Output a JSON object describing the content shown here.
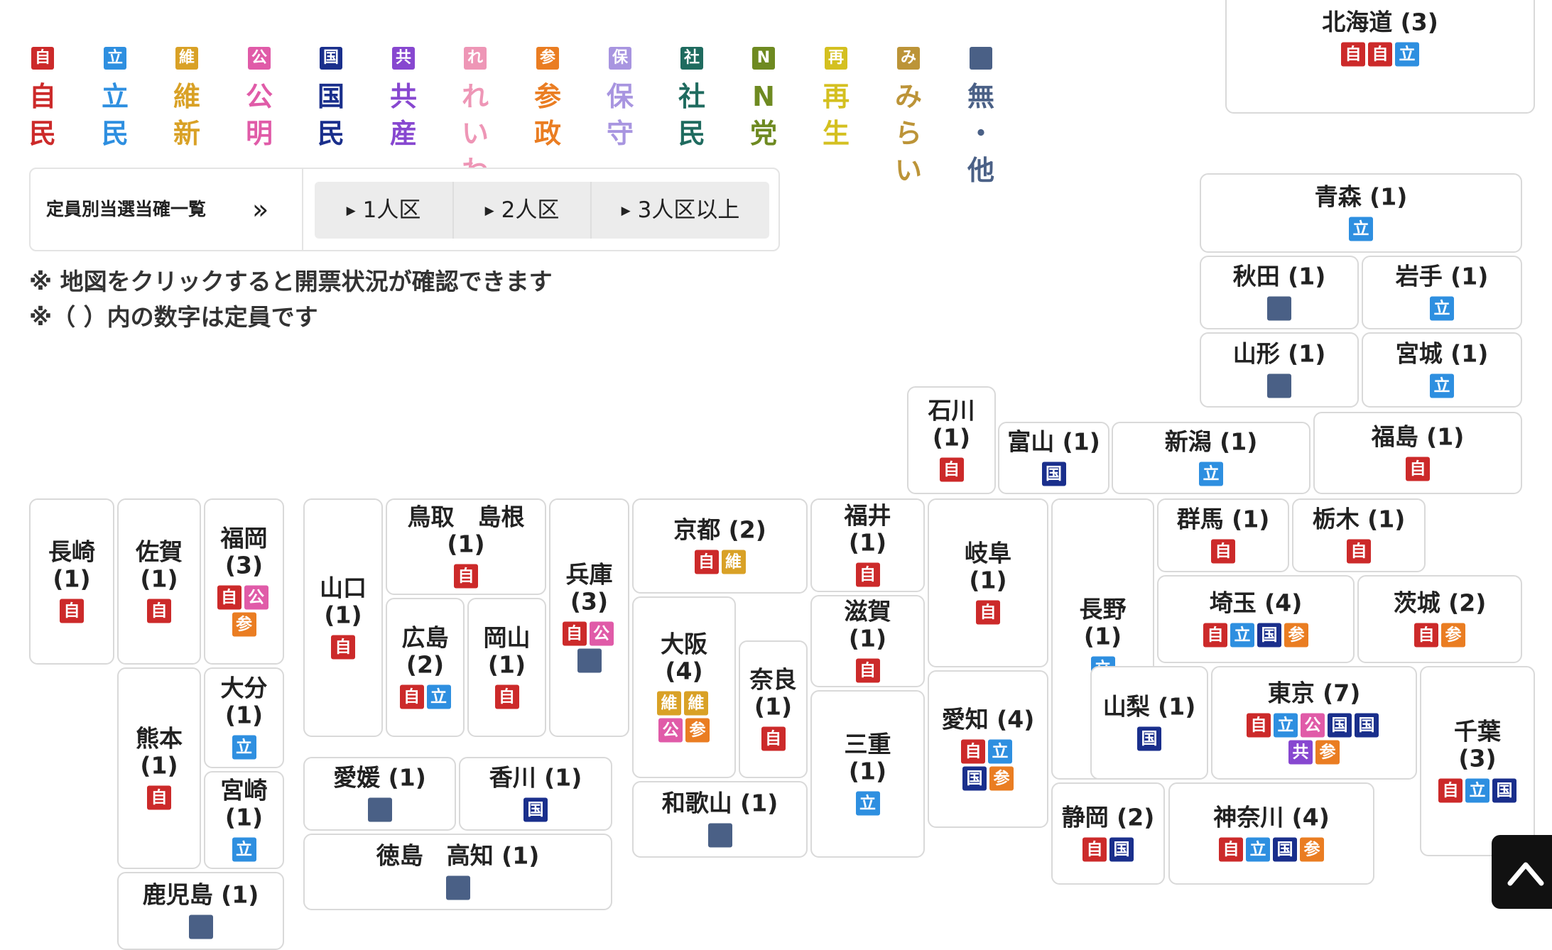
{
  "colors": {
    "ld": "#cc2a2a",
    "cdp": "#2e8fe0",
    "ishin": "#d9a126",
    "komei": "#e05ba8",
    "dpfp": "#1a2f8c",
    "jcp": "#8747d0",
    "reiwa": "#ee96b6",
    "sansei": "#ea7d22",
    "hoshu": "#a895e0",
    "sdp": "#1f6b5f",
    "nhk": "#6e8a21",
    "saisei": "#d4c020",
    "mirai": "#bc9438",
    "ind": "#4a6086"
  },
  "parties": [
    {
      "id": "ld",
      "badge": "自",
      "name": "自\n民"
    },
    {
      "id": "cdp",
      "badge": "立",
      "name": "立\n民"
    },
    {
      "id": "ishin",
      "badge": "維",
      "name": "維\n新"
    },
    {
      "id": "komei",
      "badge": "公",
      "name": "公\n明"
    },
    {
      "id": "dpfp",
      "badge": "国",
      "name": "国\n民"
    },
    {
      "id": "jcp",
      "badge": "共",
      "name": "共\n産"
    },
    {
      "id": "reiwa",
      "badge": "れ",
      "name": "れ\nい\nわ"
    },
    {
      "id": "sansei",
      "badge": "参",
      "name": "参\n政"
    },
    {
      "id": "hoshu",
      "badge": "保",
      "name": "保\n守"
    },
    {
      "id": "sdp",
      "badge": "社",
      "name": "社\n民"
    },
    {
      "id": "nhk",
      "badge": "N",
      "name": "N\n党"
    },
    {
      "id": "saisei",
      "badge": "再",
      "name": "再\n生"
    },
    {
      "id": "mirai",
      "badge": "み",
      "name": "み\nら\nい"
    },
    {
      "id": "ind",
      "badge": "",
      "name": "無\n・\n他"
    }
  ],
  "tabs": {
    "title": "定員別当選当確一覧",
    "arrow": "»",
    "items": [
      "1人区",
      "2人区",
      "3人区以上"
    ]
  },
  "notes": [
    "※ 地図をクリックすると開票状況が確認できます",
    "※（ ）内の数字は定員です"
  ],
  "prefectures": [
    {
      "id": "hokkaido",
      "name": "北海道 (3)",
      "winners": [
        "ld",
        "ld",
        "cdp"
      ]
    },
    {
      "id": "aomori",
      "name": "青森 (1)",
      "winners": [
        "cdp"
      ]
    },
    {
      "id": "akita",
      "name": "秋田 (1)",
      "winners": [
        "ind"
      ]
    },
    {
      "id": "iwate",
      "name": "岩手 (1)",
      "winners": [
        "cdp"
      ]
    },
    {
      "id": "yamagata",
      "name": "山形 (1)",
      "winners": [
        "ind"
      ]
    },
    {
      "id": "miyagi",
      "name": "宮城 (1)",
      "winners": [
        "cdp"
      ]
    },
    {
      "id": "ishikawa",
      "name": "石川\n(1)",
      "winners": [
        "ld"
      ]
    },
    {
      "id": "toyama",
      "name": "富山 (1)",
      "winners": [
        "dpfp"
      ]
    },
    {
      "id": "niigata",
      "name": "新潟 (1)",
      "winners": [
        "cdp"
      ]
    },
    {
      "id": "fukushima",
      "name": "福島 (1)",
      "winners": [
        "ld"
      ]
    },
    {
      "id": "nagasaki",
      "name": "長崎\n(1)",
      "winners": [
        "ld"
      ]
    },
    {
      "id": "saga",
      "name": "佐賀\n(1)",
      "winners": [
        "ld"
      ]
    },
    {
      "id": "fukuoka",
      "name": "福岡\n(3)",
      "winners": [
        "ld",
        "komei",
        "|",
        "sansei"
      ]
    },
    {
      "id": "yamaguchi",
      "name": "山口\n(1)",
      "winners": [
        "ld"
      ]
    },
    {
      "id": "tottori_shimane",
      "name": "鳥取　島根\n(1)",
      "winners": [
        "ld"
      ]
    },
    {
      "id": "hyogo",
      "name": "兵庫\n(3)",
      "winners": [
        "ld",
        "komei",
        "|",
        "ind"
      ]
    },
    {
      "id": "kyoto",
      "name": "京都 (2)",
      "winners": [
        "ld",
        "ishin"
      ]
    },
    {
      "id": "fukui",
      "name": "福井\n(1)",
      "winners": [
        "ld"
      ]
    },
    {
      "id": "gifu",
      "name": "岐阜\n(1)",
      "winners": [
        "ld"
      ]
    },
    {
      "id": "nagano",
      "name": "長野\n(1)",
      "winners": [
        "cdp"
      ]
    },
    {
      "id": "gunma",
      "name": "群馬 (1)",
      "winners": [
        "ld"
      ]
    },
    {
      "id": "tochigi",
      "name": "栃木 (1)",
      "winners": [
        "ld"
      ]
    },
    {
      "id": "hiroshima",
      "name": "広島\n(2)",
      "winners": [
        "ld",
        "cdp"
      ]
    },
    {
      "id": "okayama",
      "name": "岡山\n(1)",
      "winners": [
        "ld"
      ]
    },
    {
      "id": "osaka",
      "name": "大阪\n(4)",
      "winners": [
        "ishin",
        "ishin",
        "|",
        "komei",
        "sansei"
      ]
    },
    {
      "id": "shiga",
      "name": "滋賀\n(1)",
      "winners": [
        "ld"
      ]
    },
    {
      "id": "saitama",
      "name": "埼玉 (4)",
      "winners": [
        "ld",
        "cdp",
        "dpfp",
        "sansei"
      ]
    },
    {
      "id": "ibaraki",
      "name": "茨城 (2)",
      "winners": [
        "ld",
        "sansei"
      ]
    },
    {
      "id": "nara",
      "name": "奈良\n(1)",
      "winners": [
        "ld"
      ]
    },
    {
      "id": "kumamoto",
      "name": "熊本\n(1)",
      "winners": [
        "ld"
      ]
    },
    {
      "id": "oita",
      "name": "大分\n(1)",
      "winners": [
        "cdp"
      ]
    },
    {
      "id": "aichi",
      "name": "愛知 (4)",
      "winners": [
        "ld",
        "cdp",
        "|",
        "dpfp",
        "sansei"
      ]
    },
    {
      "id": "yamanashi",
      "name": "山梨 (1)",
      "winners": [
        "dpfp"
      ]
    },
    {
      "id": "tokyo",
      "name": "東京 (7)",
      "winners": [
        "ld",
        "cdp",
        "komei",
        "dpfp",
        "dpfp",
        "|",
        "jcp",
        "sansei"
      ]
    },
    {
      "id": "chiba",
      "name": "千葉\n(3)",
      "winners": [
        "ld",
        "cdp",
        "dpfp"
      ]
    },
    {
      "id": "mie",
      "name": "三重\n(1)",
      "winners": [
        "cdp"
      ]
    },
    {
      "id": "ehime",
      "name": "愛媛 (1)",
      "winners": [
        "ind"
      ]
    },
    {
      "id": "kagawa",
      "name": "香川 (1)",
      "winners": [
        "dpfp"
      ]
    },
    {
      "id": "miyazaki",
      "name": "宮崎\n(1)",
      "winners": [
        "cdp"
      ]
    },
    {
      "id": "wakayama",
      "name": "和歌山 (1)",
      "winners": [
        "ind"
      ]
    },
    {
      "id": "shizuoka",
      "name": "静岡 (2)",
      "winners": [
        "ld",
        "dpfp"
      ]
    },
    {
      "id": "kanagawa",
      "name": "神奈川 (4)",
      "winners": [
        "ld",
        "cdp",
        "dpfp",
        "sansei"
      ]
    },
    {
      "id": "tokushima_kochi",
      "name": "徳島　高知 (1)",
      "winners": [
        "ind"
      ]
    },
    {
      "id": "kagoshima",
      "name": "鹿児島 (1)",
      "winners": [
        "ind"
      ]
    }
  ]
}
